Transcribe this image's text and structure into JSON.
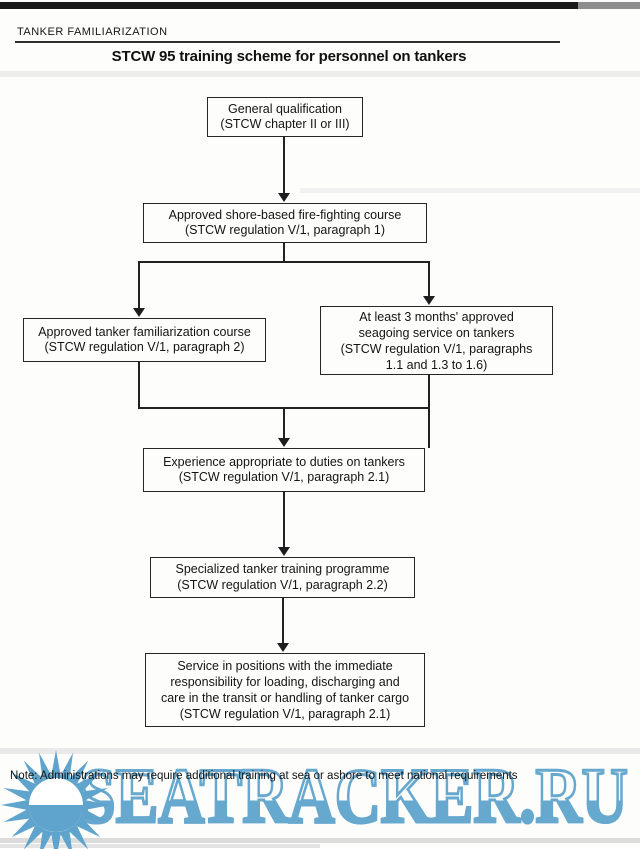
{
  "page": {
    "header": "TANKER FAMILIARIZATION",
    "title": "STCW 95 training scheme for personnel on tankers",
    "note": "Note: Administrations may require additional training at sea or ashore to meet national requirements"
  },
  "flowchart": {
    "boxes": [
      {
        "name": "general-qualification",
        "lines": [
          "General qualification",
          "(STCW chapter II or III)"
        ]
      },
      {
        "name": "fire-fighting-course",
        "lines": [
          "Approved shore-based fire-fighting course",
          "(STCW regulation V/1, paragraph 1)"
        ]
      },
      {
        "name": "tanker-familiarization-course",
        "lines": [
          "Approved tanker familiarization course",
          "(STCW regulation V/1, paragraph 2)"
        ]
      },
      {
        "name": "seagoing-service",
        "lines": [
          "At least 3 months' approved",
          "seagoing service on tankers",
          "(STCW regulation V/1, paragraphs",
          "1.1 and 1.3 to 1.6)"
        ]
      },
      {
        "name": "experience-duties",
        "lines": [
          "Experience appropriate to duties on tankers",
          "(STCW regulation V/1, paragraph 2.1)"
        ]
      },
      {
        "name": "specialized-training",
        "lines": [
          "Specialized tanker training programme",
          "(STCW regulation V/1, paragraph 2.2)"
        ]
      },
      {
        "name": "service-positions",
        "lines": [
          "Service in positions with the immediate",
          "responsibility for loading, discharging and",
          "care in the transit or handling of tanker cargo",
          "(STCW regulation V/1, paragraph 2.1)"
        ]
      }
    ]
  },
  "watermark": {
    "text": "SEATRACKER.RU",
    "icon": "starburst-sun-icon",
    "color": "#5fa4cd"
  },
  "colors": {
    "ink": "#1d1d1d",
    "paper": "#fdfdfc",
    "watermark_blue": "#5fa4cd"
  }
}
